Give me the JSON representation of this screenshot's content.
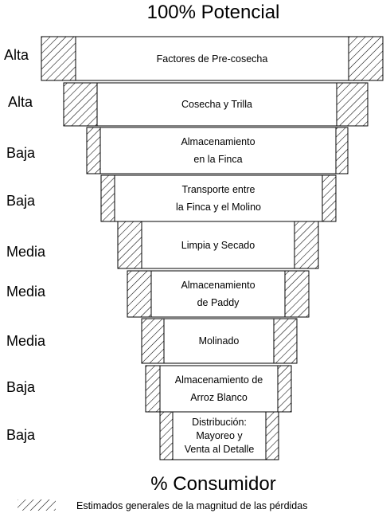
{
  "title": "100% Potencial",
  "footer": "% Consumidor",
  "legend": {
    "label": "Estimados generales de la magnitud de las pérdidas",
    "pattern": "diagonal-hatch"
  },
  "stages": [
    {
      "level": "Alta",
      "lines": [
        "Factores de Pre-cosecha"
      ]
    },
    {
      "level": "Alta",
      "lines": [
        "Cosecha y Trilla"
      ]
    },
    {
      "level": "Baja",
      "lines": [
        "Almacenamiento",
        "en la Finca"
      ]
    },
    {
      "level": "Baja",
      "lines": [
        "Transporte entre",
        "la Finca y el Molino"
      ]
    },
    {
      "level": "Media",
      "lines": [
        "Limpia y Secado"
      ]
    },
    {
      "level": "Media",
      "lines": [
        "Almacenamiento",
        "de Paddy"
      ]
    },
    {
      "level": "Media",
      "lines": [
        "Molinado"
      ]
    },
    {
      "level": "Baja",
      "lines": [
        "Almacenamiento de",
        "Arroz Blanco"
      ]
    },
    {
      "level": "Baja",
      "lines": [
        "Distribución:",
        "Mayoreo y",
        "Venta al Detalle"
      ]
    }
  ],
  "colors": {
    "stroke": "#000000",
    "fill": "#ffffff"
  }
}
